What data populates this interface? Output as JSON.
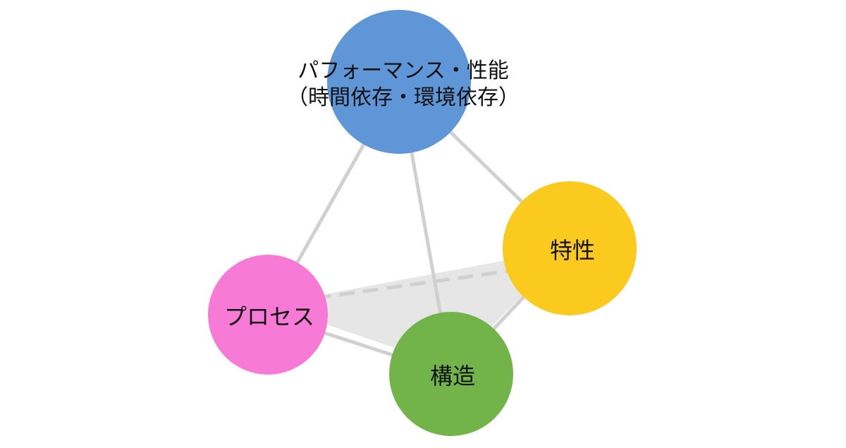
{
  "nodes": {
    "performance": {
      "line1": "パフォーマンス・性能",
      "line2": "（時間依存・環境依存）",
      "color": "#5E96D8"
    },
    "property": {
      "label": "特性",
      "color": "#FACB1E"
    },
    "process": {
      "label": "プロセス",
      "color": "#F77BD6"
    },
    "structure": {
      "label": "構造",
      "color": "#72B34A"
    }
  },
  "colors": {
    "edge": "#D0D0D0",
    "fill_area": "#E6E6E6"
  }
}
